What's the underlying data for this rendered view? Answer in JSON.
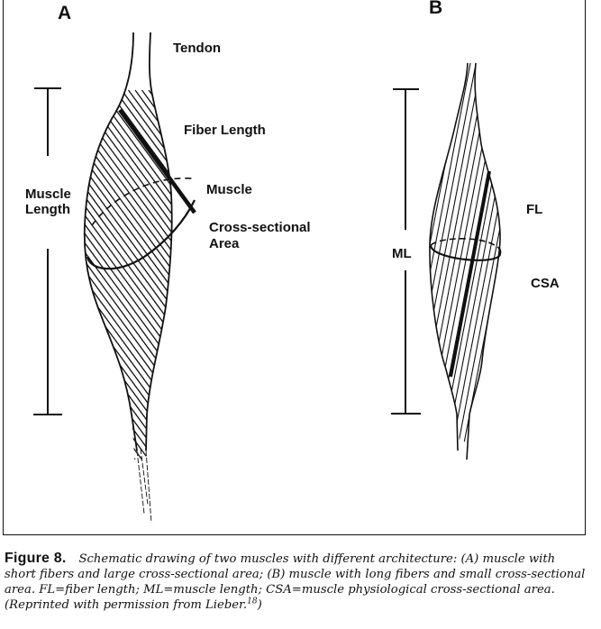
{
  "figure": {
    "panels": {
      "A": {
        "letter": "A",
        "labels": {
          "tendon": "Tendon",
          "fiber_length": "Fiber Length",
          "muscle_length_1": "Muscle",
          "muscle_length_2": "Length",
          "csa_1": "Muscle",
          "csa_2": "Cross-sectional",
          "csa_3": "Area"
        }
      },
      "B": {
        "letter": "B",
        "labels": {
          "fl": "FL",
          "ml": "ML",
          "csa": "CSA"
        }
      }
    },
    "caption": {
      "title": "Figure 8.",
      "text": "Schematic drawing of two muscles with different architecture: (A) muscle with short fibers and large cross-sectional area; (B) muscle with long fibers and small cross-sectional area. FL=fiber length; ML=muscle length; CSA=muscle physiological cross-sectional area. (Reprinted with permission from Lieber.",
      "reference": "18",
      "closing": ")"
    },
    "colors": {
      "ink": "#111111",
      "paper": "#ffffff"
    }
  }
}
